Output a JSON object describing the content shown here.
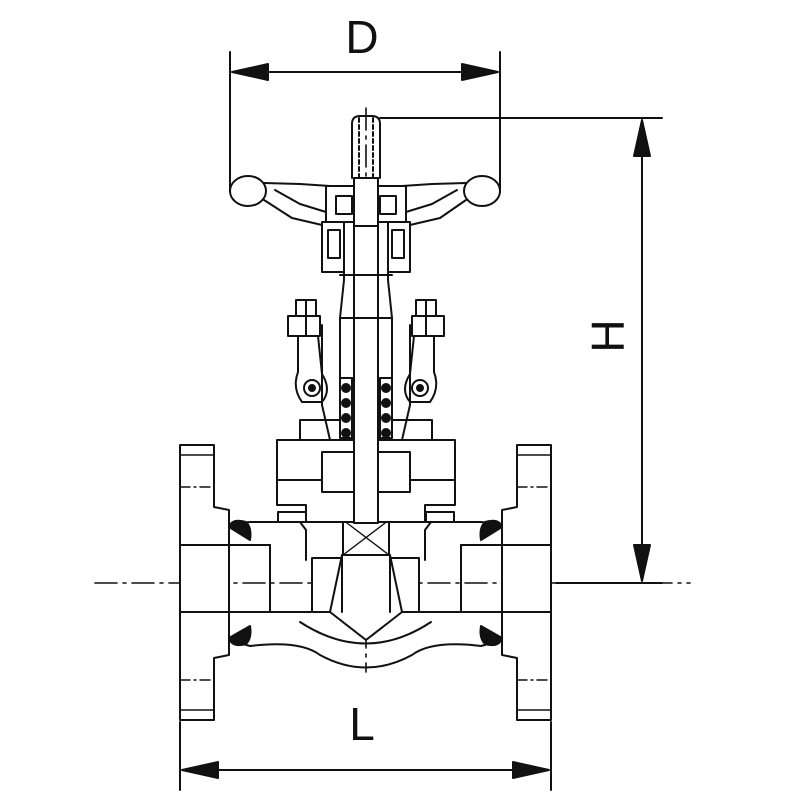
{
  "dimensions": {
    "handwheel_diameter": "D",
    "height": "H",
    "length": "L"
  },
  "colors": {
    "line": "#111111",
    "background": "#ffffff"
  }
}
